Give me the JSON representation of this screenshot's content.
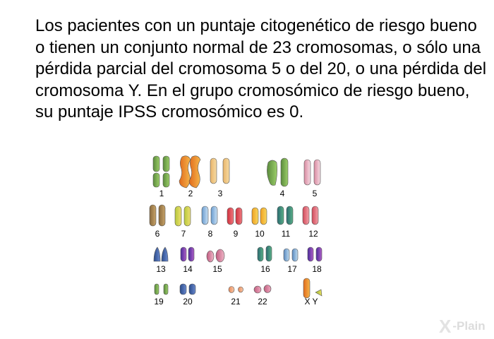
{
  "content": {
    "paragraph": "Los pacientes con un puntaje citogenético de riesgo bueno o tienen un conjunto normal de 23 cromosomas, o sólo una pérdida parcial del cromosoma 5 o del 20, o una pérdida del cromosoma Y. En el grupo cromosómico de riesgo bueno, su puntaje IPSS cromosómico es 0."
  },
  "karyotype": {
    "labels": [
      "1",
      "2",
      "3",
      "4",
      "5",
      "6",
      "7",
      "8",
      "9",
      "10",
      "11",
      "12",
      "13",
      "14",
      "15",
      "16",
      "17",
      "18",
      "19",
      "20",
      "21",
      "22",
      "X Y"
    ]
  },
  "logo": {
    "text": "-Plain",
    "mark": "X"
  }
}
